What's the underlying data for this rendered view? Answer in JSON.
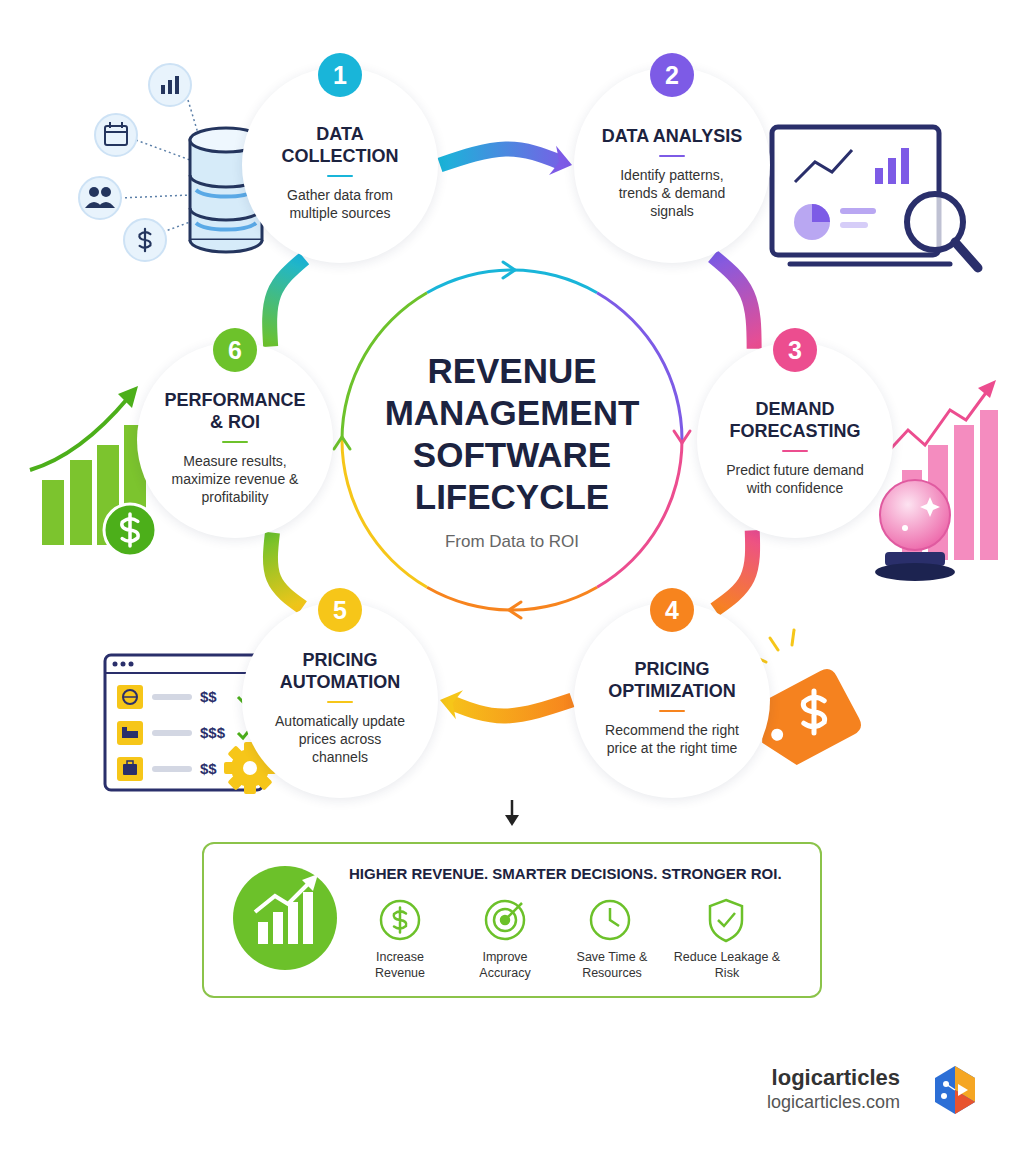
{
  "diagram": {
    "title": "REVENUE MANAGEMENT SOFTWARE LIFECYCLE",
    "caption": "From Data to ROI",
    "nodes": [
      {
        "text": [
          "1",
          "DATA COLLECTION",
          "Gather data from multiple sources"
        ]
      },
      {
        "text": [
          "2",
          "DATA ANALYSIS",
          "Identify patterns, trends & demand signals"
        ]
      },
      {
        "text": [
          "3",
          "DEMAND FORECASTING",
          "Predict future demand with confidence"
        ]
      },
      {
        "text": [
          "4",
          "PRICING OPTIMIZATION",
          "Recommend the right price at the right time"
        ]
      },
      {
        "text": [
          "5",
          "PRICING AUTOMATION",
          "Automatically update prices across channels"
        ]
      },
      {
        "text": [
          "6",
          "PERFORMANCE & ROI",
          "Measure results, maximize revenue & profitability"
        ]
      },
      {
        "text": [
          "HIGHER REVENUE. SMARTER DECISIONS. STRONGER ROI."
        ]
      }
    ],
    "edges": [
      {
        "from": 0,
        "to": 1,
        "arrow": "to"
      },
      {
        "from": 1,
        "to": 2,
        "arrow": "none"
      },
      {
        "from": 2,
        "to": 3,
        "arrow": "none"
      },
      {
        "from": 3,
        "to": 4,
        "arrow": "to"
      },
      {
        "from": 4,
        "to": 5,
        "arrow": "none"
      },
      {
        "from": 5,
        "to": 0,
        "arrow": "none"
      }
    ],
    "labels": [
      "$$",
      "$$$",
      "$$",
      "Increase Revenue",
      "Improve Accuracy",
      "Save Time & Resources",
      "Reduce Leakage & Risk",
      "logicarticles",
      "logicarticles.com"
    ]
  }
}
